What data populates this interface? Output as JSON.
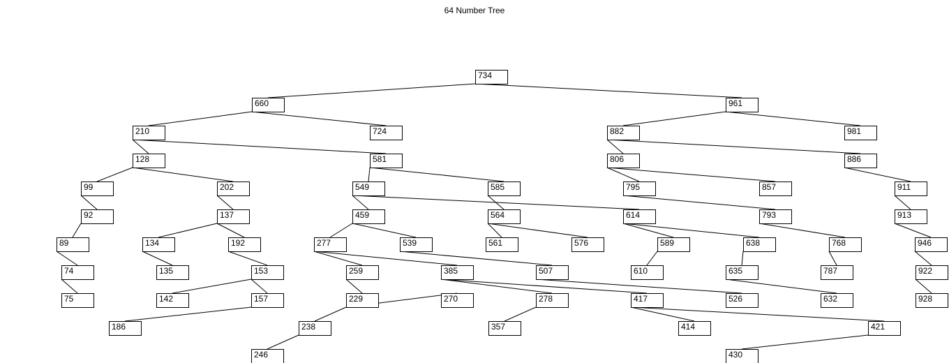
{
  "title": "64 Number Tree",
  "colors": {
    "line": "#000000",
    "box_fill": "#ffffff",
    "text": "#000000"
  },
  "tree": {
    "root": "734",
    "nodes": [
      "734",
      "660",
      "961",
      "210",
      "724",
      "882",
      "981",
      "128",
      "581",
      "806",
      "886",
      "99",
      "202",
      "549",
      "585",
      "795",
      "857",
      "911",
      "92",
      "137",
      "459",
      "564",
      "614",
      "793",
      "913",
      "89",
      "134",
      "192",
      "277",
      "539",
      "561",
      "576",
      "589",
      "638",
      "768",
      "946",
      "74",
      "135",
      "153",
      "259",
      "385",
      "507",
      "610",
      "635",
      "787",
      "922",
      "75",
      "142",
      "157",
      "229",
      "270",
      "278",
      "417",
      "526",
      "632",
      "928",
      "186",
      "238",
      "357",
      "414",
      "421",
      "246",
      "430"
    ],
    "edges": [
      [
        "734",
        "660"
      ],
      [
        "734",
        "961"
      ],
      [
        "660",
        "210"
      ],
      [
        "660",
        "724"
      ],
      [
        "961",
        "882"
      ],
      [
        "961",
        "981"
      ],
      [
        "210",
        "128"
      ],
      [
        "210",
        "581"
      ],
      [
        "882",
        "806"
      ],
      [
        "882",
        "886"
      ],
      [
        "128",
        "99"
      ],
      [
        "128",
        "202"
      ],
      [
        "581",
        "549"
      ],
      [
        "581",
        "585"
      ],
      [
        "806",
        "795"
      ],
      [
        "806",
        "857"
      ],
      [
        "886",
        "911"
      ],
      [
        "99",
        "92"
      ],
      [
        "202",
        "137"
      ],
      [
        "549",
        "459"
      ],
      [
        "549",
        "614"
      ],
      [
        "585",
        "564"
      ],
      [
        "795",
        "793"
      ],
      [
        "911",
        "913"
      ],
      [
        "92",
        "89"
      ],
      [
        "137",
        "134"
      ],
      [
        "137",
        "192"
      ],
      [
        "459",
        "277"
      ],
      [
        "459",
        "539"
      ],
      [
        "564",
        "561"
      ],
      [
        "564",
        "576"
      ],
      [
        "614",
        "589"
      ],
      [
        "614",
        "638"
      ],
      [
        "793",
        "768"
      ],
      [
        "913",
        "946"
      ],
      [
        "89",
        "74"
      ],
      [
        "134",
        "135"
      ],
      [
        "192",
        "153"
      ],
      [
        "277",
        "259"
      ],
      [
        "277",
        "385"
      ],
      [
        "539",
        "507"
      ],
      [
        "589",
        "610"
      ],
      [
        "638",
        "635"
      ],
      [
        "768",
        "787"
      ],
      [
        "946",
        "922"
      ],
      [
        "74",
        "75"
      ],
      [
        "153",
        "142"
      ],
      [
        "153",
        "157"
      ],
      [
        "259",
        "229"
      ],
      [
        "385",
        "278"
      ],
      [
        "385",
        "417"
      ],
      [
        "507",
        "526"
      ],
      [
        "635",
        "632"
      ],
      [
        "922",
        "928"
      ],
      [
        "157",
        "186"
      ],
      [
        "229",
        "238"
      ],
      [
        "229",
        "270"
      ],
      [
        "278",
        "357"
      ],
      [
        "417",
        "414"
      ],
      [
        "417",
        "421"
      ],
      [
        "238",
        "246"
      ],
      [
        "421",
        "430"
      ]
    ]
  }
}
